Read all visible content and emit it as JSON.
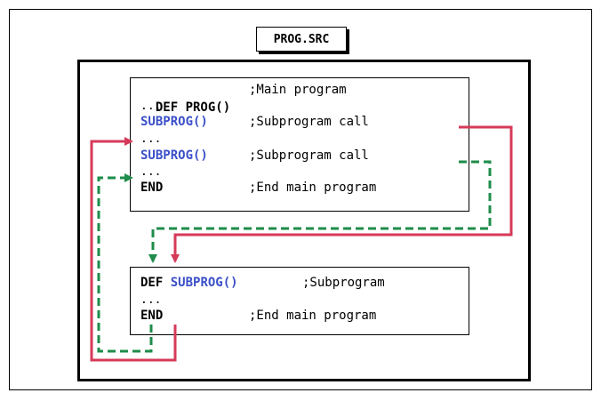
{
  "file_name": "PROG.SRC",
  "main_program": {
    "lines": [
      {
        "code": "DEF PROG()",
        "comment": ";Main program"
      },
      {
        "code": "...",
        "comment": ""
      },
      {
        "code": "SUBPROG()",
        "comment": ";Subprogram call"
      },
      {
        "code": "...",
        "comment": ""
      },
      {
        "code": "SUBPROG()",
        "comment": ";Subprogram call"
      },
      {
        "code": "...",
        "comment": ""
      },
      {
        "code": "END",
        "comment": ";End main program"
      }
    ]
  },
  "subprogram": {
    "def_keyword": "DEF",
    "def_name": "SUBPROG()",
    "def_comment": ";Subprogram",
    "dots": "...",
    "end_code": "END",
    "end_comment": ";End main program"
  },
  "colors": {
    "first_call_path": "#d63a5a",
    "second_call_path": "#1e8c4a",
    "call_text": "#3a4fc8"
  }
}
